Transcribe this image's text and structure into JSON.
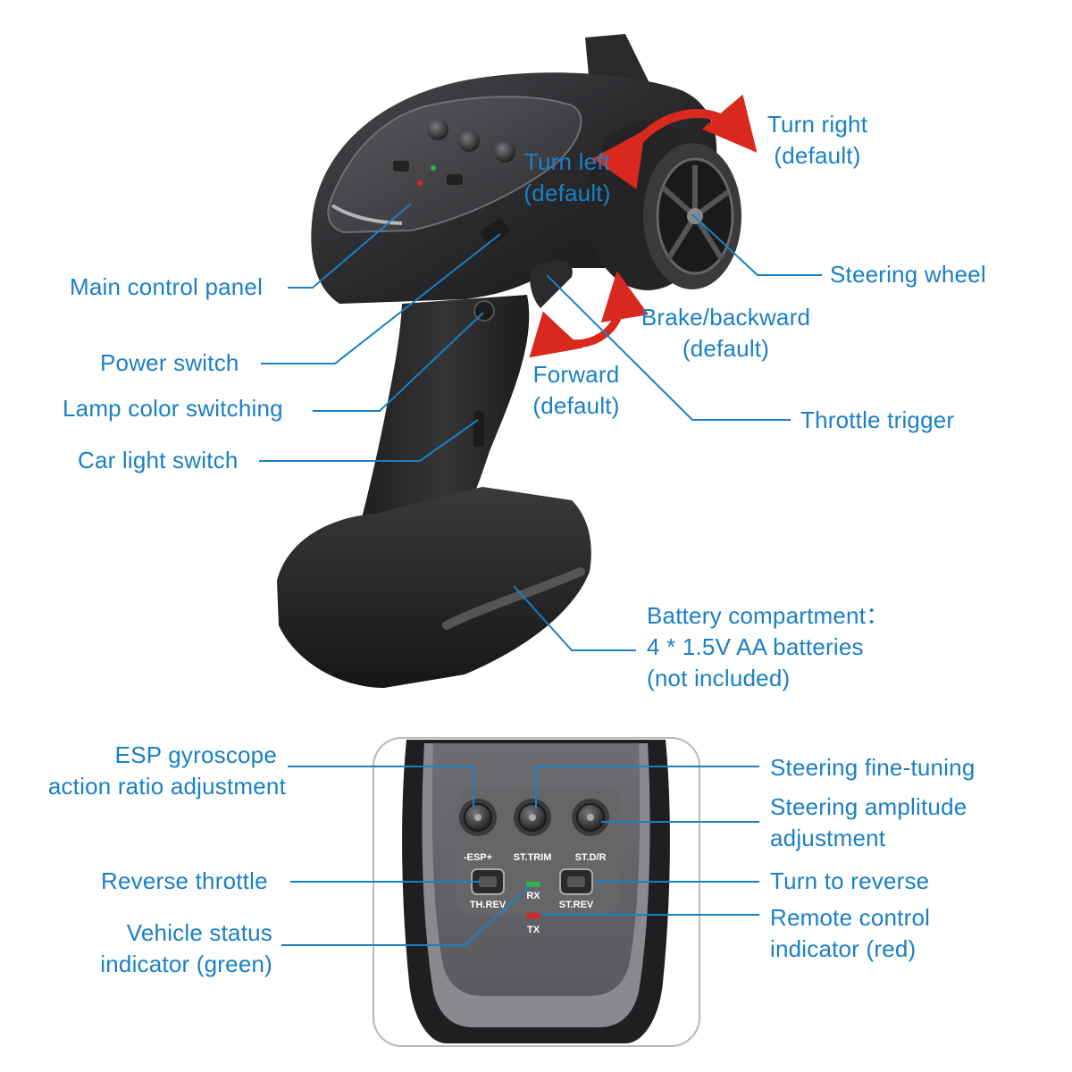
{
  "colors": {
    "label": "#1a80c4",
    "arrow": "#d9281e",
    "body": "#2b2b2e",
    "led_green": "#2fb24a",
    "led_red": "#d8262b"
  },
  "top": {
    "turn_right": {
      "line1": "Turn right",
      "line2": "(default)"
    },
    "turn_left": {
      "line1": "Turn left",
      "line2": "(default)"
    },
    "steering_wheel": "Steering wheel",
    "main_control_panel": "Main control panel",
    "brake_backward": {
      "line1": "Brake/backward",
      "line2": "(default)"
    },
    "power_switch": "Power switch",
    "forward": {
      "line1": "Forward",
      "line2": "(default)"
    },
    "throttle_trigger": "Throttle trigger",
    "lamp_color_switching": "Lamp color switching",
    "car_light_switch": "Car light switch",
    "battery": {
      "line1": "Battery compartment：",
      "line2": "4 * 1.5V AA batteries",
      "line3": "(not included)"
    }
  },
  "bottom": {
    "esp": {
      "line1": "ESP gyroscope",
      "line2": "action ratio adjustment"
    },
    "steering_fine_tuning": "Steering fine-tuning",
    "steering_amplitude": {
      "line1": "Steering amplitude",
      "line2": "adjustment"
    },
    "reverse_throttle": "Reverse throttle",
    "turn_to_reverse": "Turn to reverse",
    "vehicle_status": {
      "line1": "Vehicle status",
      "line2": "indicator (green)"
    },
    "remote_indicator": {
      "line1": "Remote control",
      "line2": "indicator (red)"
    }
  },
  "panel": {
    "knob_esp": "-ESP+",
    "knob_sttrim": "ST.TRIM",
    "knob_stdr": "ST.D/R",
    "sw_threv": "TH.REV",
    "sw_strev": "ST.REV",
    "led_rx": "RX",
    "led_tx": "TX"
  }
}
